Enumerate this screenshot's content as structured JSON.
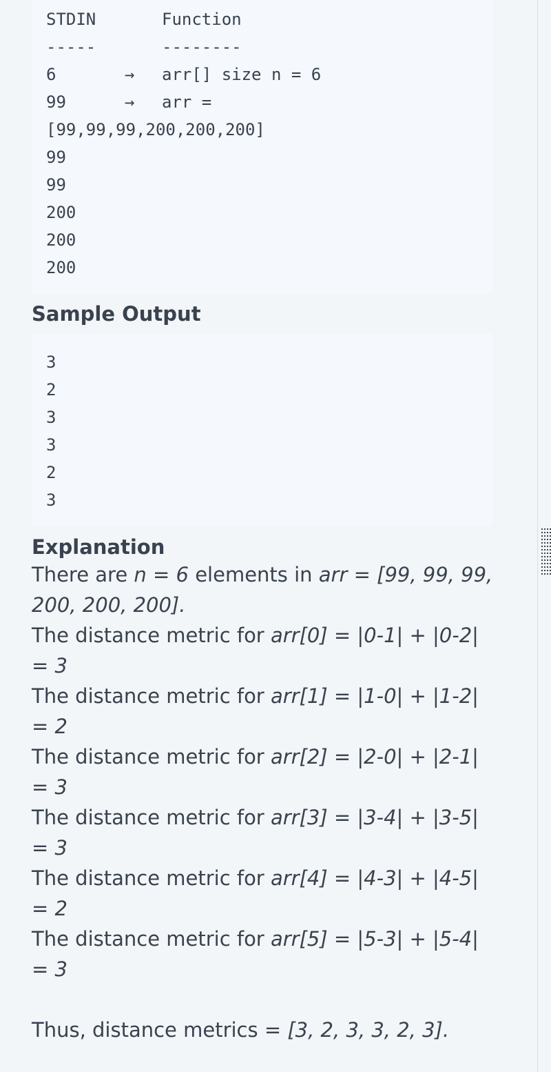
{
  "sample_input": {
    "rows": [
      {
        "c1": "STDIN",
        "arrow": "",
        "c2": "Function"
      },
      {
        "c1": "-----",
        "arrow": "",
        "c2": "--------"
      },
      {
        "c1": "6",
        "arrow": "→",
        "c2": "arr[] size n = 6"
      },
      {
        "c1": "99",
        "arrow": "→",
        "c2": "arr ="
      },
      {
        "c1": "[99,99,99,200,200,200]",
        "arrow": "",
        "c2": ""
      },
      {
        "c1": "99",
        "arrow": "",
        "c2": ""
      },
      {
        "c1": "99",
        "arrow": "",
        "c2": ""
      },
      {
        "c1": "200",
        "arrow": "",
        "c2": ""
      },
      {
        "c1": "200",
        "arrow": "",
        "c2": ""
      },
      {
        "c1": "200",
        "arrow": "",
        "c2": ""
      }
    ]
  },
  "sample_output": {
    "title": "Sample Output",
    "lines": [
      "3",
      "2",
      "3",
      "3",
      "2",
      "3"
    ]
  },
  "explanation": {
    "title": "Explanation",
    "intro": {
      "t1": "There are ",
      "n_expr": "n = 6",
      "t2": " elements in ",
      "arr_expr": "arr = [99, 99, 99, 200, 200, 200]."
    },
    "metrics": [
      {
        "prefix": "The distance metric for ",
        "expr": "arr[0] = |0-1| + |0-2| = 3"
      },
      {
        "prefix": "The distance metric for ",
        "expr": "arr[1] = |1-0| + |1-2| = 2"
      },
      {
        "prefix": "The distance metric for ",
        "expr": "arr[2] = |2-0| + |2-1| = 3"
      },
      {
        "prefix": "The distance metric for ",
        "expr": "arr[3] = |3-4| + |3-5| = 3"
      },
      {
        "prefix": "The distance metric for ",
        "expr": "arr[4] = |4-3| + |4-5| = 2"
      },
      {
        "prefix": "The distance metric for ",
        "expr": "arr[5] = |5-3| + |5-4| = 3"
      }
    ],
    "conclusion": {
      "prefix": "Thus, distance metrics = ",
      "expr": "[3, 2, 3, 3, 2, 3]."
    }
  },
  "icons": {
    "drag_handle": "drag-handle-icon"
  }
}
